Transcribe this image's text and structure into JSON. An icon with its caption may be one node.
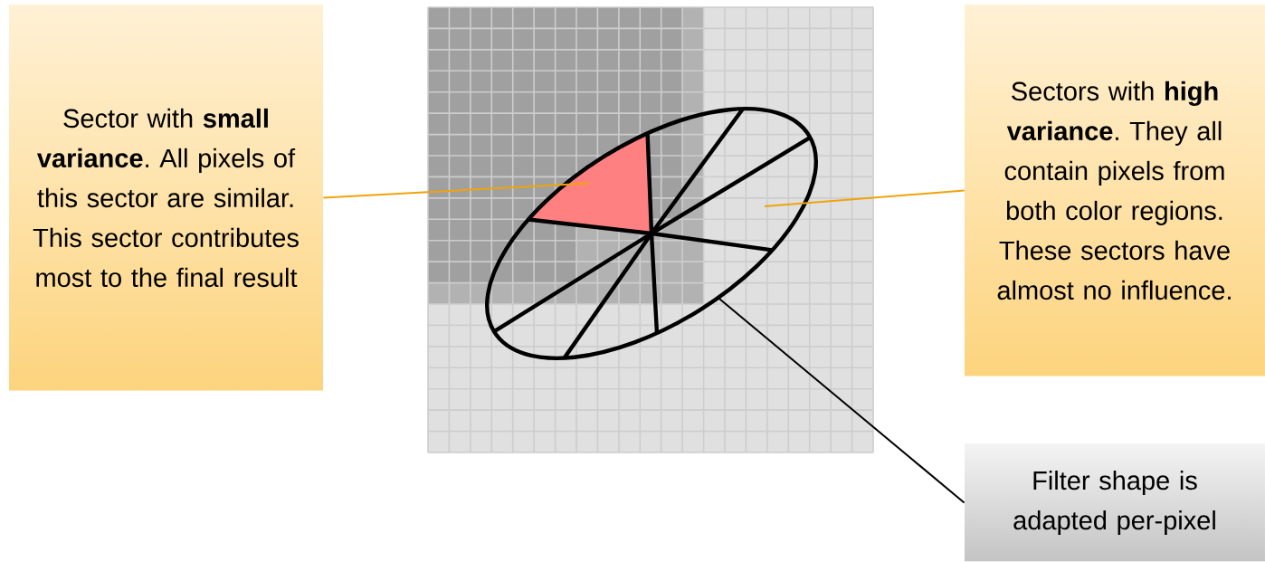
{
  "diagram": {
    "nodes": [
      {
        "text": [
          "Sector with **small variance**. All pixels of this sector are similar. This sector contributes most to the final result"
        ]
      },
      {
        "text": [
          "Sectors with **high variance**. They all contain pixels from both color regions. These sectors have almost no influence."
        ]
      },
      {
        "text": [
          "Filter shape is adapted per-pixel"
        ]
      },
      {
        "text": [],
        "shape": "triangle",
        "in": 4
      },
      {
        "text": [],
        "shape": "ellipse"
      }
    ],
    "edges": [
      {
        "from": 0,
        "to": 3,
        "arrow": "none"
      },
      {
        "from": 1,
        "to": 4,
        "arrow": "none"
      },
      {
        "from": 2,
        "to": 4,
        "arrow": "none",
        "color": "#000000"
      }
    ]
  }
}
